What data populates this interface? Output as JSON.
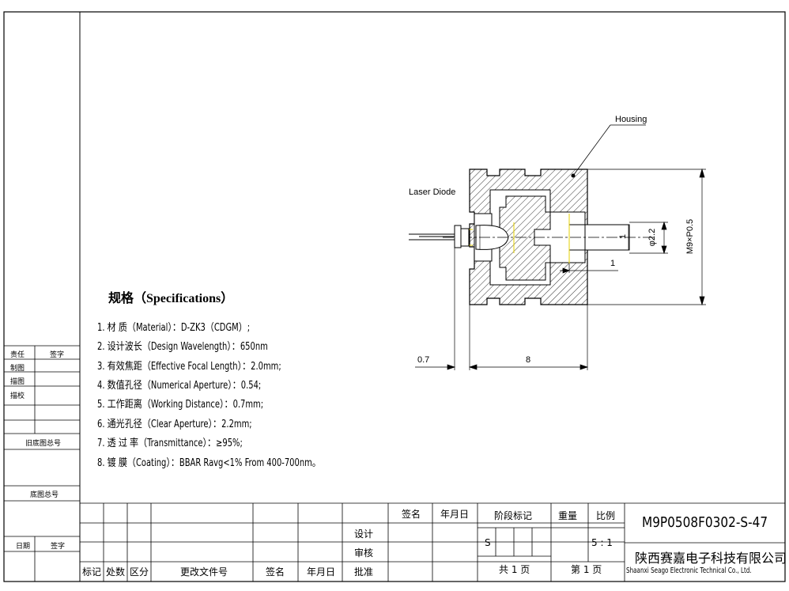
{
  "specs": {
    "title": "规格（Specifications）",
    "items": [
      "1. 材    质（Material）：D-ZK3（CDGM）;",
      "2. 设计波长（Design Wavelength）：650nm",
      "3. 有效焦距（Effective Focal Length）：2.0mm;",
      "4. 数值孔径（Numerical Aperture）：0.54;",
      "5. 工作距离（Working Distance）：0.7mm;",
      "6. 通光孔径（Clear Aperture）：2.2mm;",
      "7. 透 过 率（Transmittance）：≥95%;",
      "8. 镀    膜（Coating）：BBAR Ravg<1% From 400-700nm。"
    ]
  },
  "drawing": {
    "housing_label": "Housing",
    "laser_label": "Laser Diode",
    "dim_thread": "M9×P0.5",
    "dim_diameter": "φ2.2",
    "dim_one": "1",
    "dim_gap": "0.7",
    "dim_length": "8",
    "dim_small": "1"
  },
  "left_block": {
    "responsible": "责任",
    "signature": "签字",
    "drawn": "制图",
    "traced": "描图",
    "checked": "描校",
    "old_total": "旧底图总号",
    "base_total": "底图总号",
    "date": "日期",
    "sign2": "签字"
  },
  "title_block": {
    "rev_mark": "标记",
    "rev_count": "处数",
    "zone": "区分",
    "change_doc": "更改文件号",
    "sign": "签名",
    "date": "年月日",
    "sign_col": "签名",
    "date_col": "年月日",
    "design": "设计",
    "review": "审核",
    "approve": "批准",
    "stage_mark": "阶段标记",
    "weight": "重量",
    "scale": "比例",
    "stage_value": "S",
    "scale_value": "5 : 1",
    "total_pages": "共 1 页",
    "page_no": "第 1 页",
    "drawing_no": "M9P0508F0302-S-47",
    "company_cn": "陕西赛嘉电子科技有限公司",
    "company_en": "Shaanxi Seago Electronic Technical Co., Ltd."
  }
}
